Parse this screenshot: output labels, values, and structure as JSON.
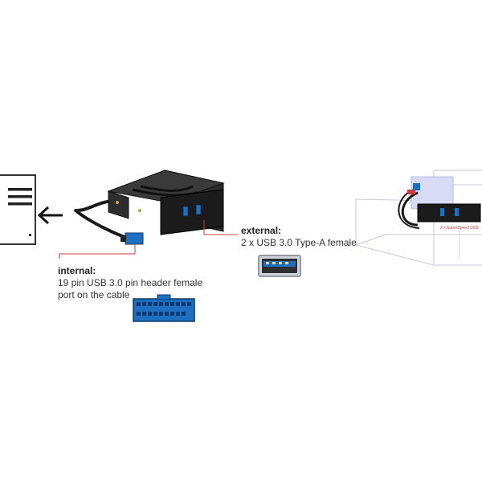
{
  "internal": {
    "title": "internal:",
    "line1": "19 pin USB 3.0 pin header female",
    "line2": "port on the cable"
  },
  "external": {
    "title": "external:",
    "line1": "2 x USB 3.0 Type-A female"
  },
  "installed_view": {
    "panel_caption": "2 x SuperSpeed USB"
  },
  "colors": {
    "usb_blue": "#1f6fc0",
    "leader_line": "#d23a3a",
    "panel_black": "#1b1b1b",
    "case_lines": "#c9c9d6"
  },
  "icons": [
    "computer-tower-icon",
    "arrow-left-icon",
    "usb-a-port-icon",
    "pin-header-icon"
  ]
}
